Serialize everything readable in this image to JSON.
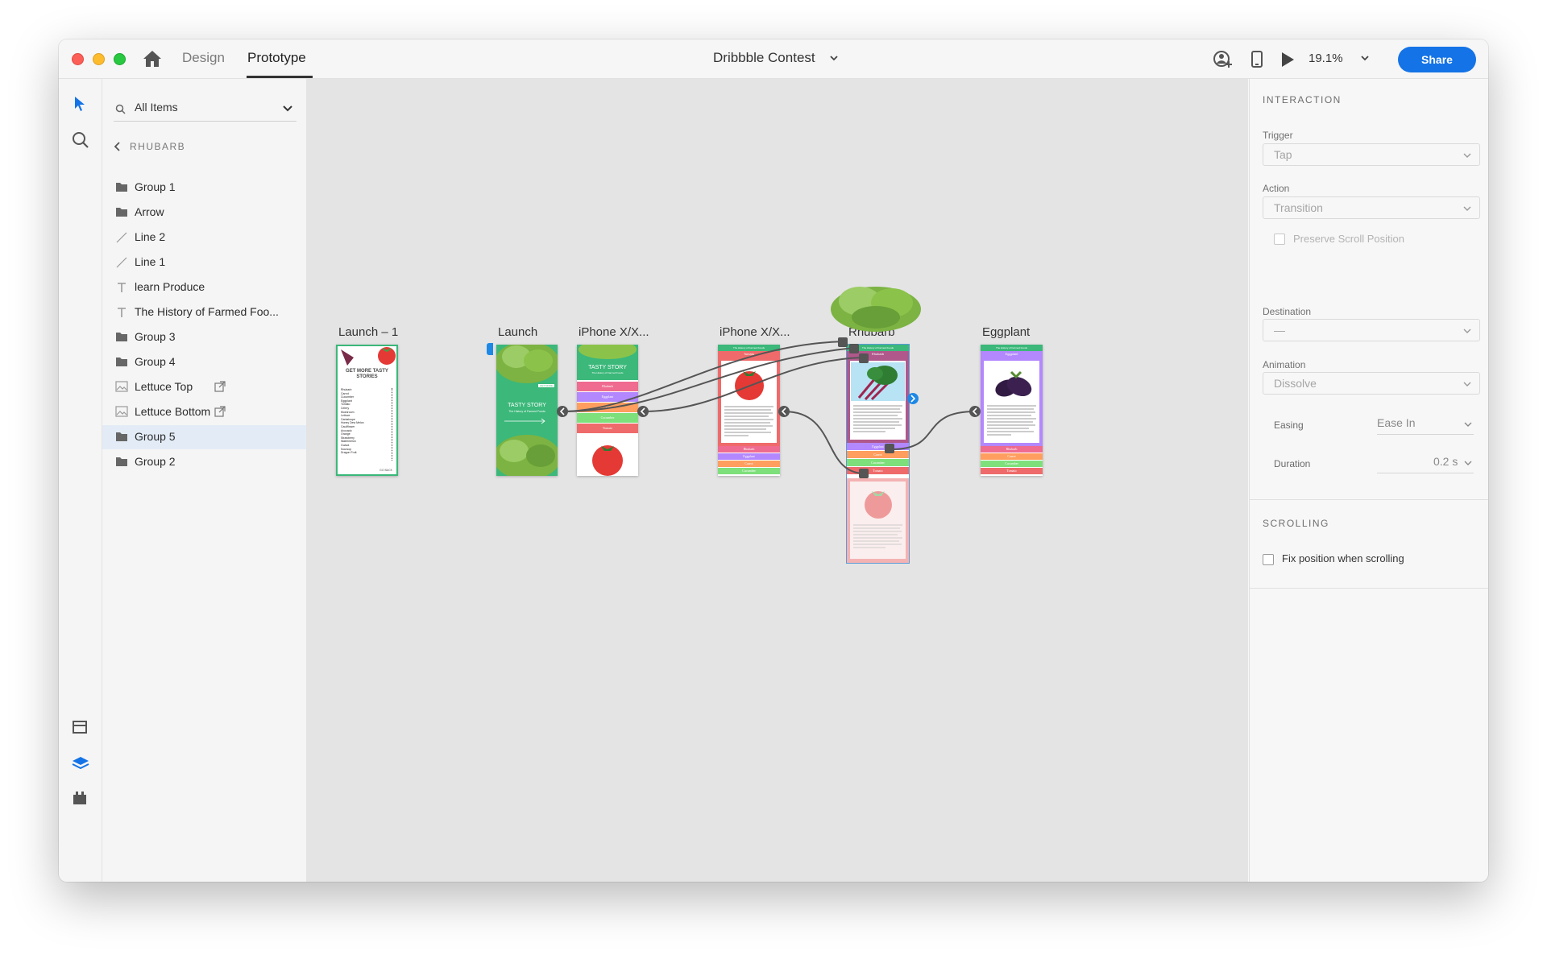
{
  "titlebar": {
    "tabs": [
      "Design",
      "Prototype"
    ],
    "active_tab": "Prototype",
    "document_title": "Dribbble Contest",
    "zoom": "19.1%",
    "share_label": "Share",
    "accent": "#1473e6"
  },
  "layers": {
    "search_placeholder": "All Items",
    "breadcrumb": "RHUBARB",
    "items": [
      {
        "label": "Group 1",
        "icon": "folder-icon"
      },
      {
        "label": "Arrow",
        "icon": "folder-icon"
      },
      {
        "label": "Line 2",
        "icon": "line-icon"
      },
      {
        "label": "Line 1",
        "icon": "line-icon"
      },
      {
        "label": "learn Produce",
        "icon": "text-icon"
      },
      {
        "label": "The History of Farmed Foo...",
        "icon": "text-icon"
      },
      {
        "label": "Group 3",
        "icon": "folder-icon"
      },
      {
        "label": "Group 4",
        "icon": "folder-icon"
      },
      {
        "label": "Lettuce Top",
        "icon": "image-icon",
        "linked": true
      },
      {
        "label": "Lettuce Bottom",
        "icon": "image-icon",
        "linked": true
      },
      {
        "label": "Group 5",
        "icon": "folder-icon",
        "selected": true
      },
      {
        "label": "Group 2",
        "icon": "folder-icon"
      }
    ]
  },
  "canvas": {
    "artboards": [
      "Launch – 1",
      "Launch",
      "iPhone X/X...",
      "iPhone X/X...",
      "Rhubarb",
      "Eggplant"
    ],
    "launch1": {
      "heading": "GET MORE TASTY STORIES",
      "list": [
        "Rhubarb",
        "Carrot",
        "Cucumber",
        "Eggplant",
        "Tomato",
        "Celery",
        "Mushroom",
        "Lettuce",
        "Cantaloupe",
        "Honey Dew Melon",
        "Cauliflower",
        "Avocado",
        "Orange",
        "Strawberry",
        "Watermelon",
        "Guava",
        "Soursop",
        "Dragon Fruit"
      ],
      "back": "GO BACK"
    },
    "launch": {
      "title": "TASTY STORY",
      "subtitle": "The History of Farmed Foods",
      "badge": "GET MORE"
    },
    "iphone1": {
      "title": "TASTY STORY",
      "subtitle": "The History of Farmed Foods",
      "bands": [
        "Rhubarb",
        "Eggplant",
        "Carrot",
        "Cucumber",
        "Tomato"
      ]
    },
    "iphone2": {
      "header": "The History of Farmed Foods",
      "top_band": "Tomato",
      "bands": [
        "Rhubarb",
        "Eggplant",
        "Carrot",
        "Cucumber"
      ]
    },
    "rhubarb": {
      "header": "The History of Farmed Foods",
      "top_band": "Rhubarb",
      "bands": [
        "Eggplant",
        "Carrot",
        "Cucumber",
        "Tomato"
      ]
    },
    "eggplant": {
      "header": "The History of Farmed Foods",
      "top_band": "Eggplant",
      "bands": [
        "Rhubarb",
        "Carrot",
        "Cucumber",
        "Tomato"
      ]
    }
  },
  "interaction": {
    "section_title": "INTERACTION",
    "trigger_label": "Trigger",
    "trigger_value": "Tap",
    "action_label": "Action",
    "action_value": "Transition",
    "preserve_scroll_label": "Preserve Scroll Position",
    "destination_label": "Destination",
    "destination_value": "—",
    "animation_label": "Animation",
    "animation_value": "Dissolve",
    "easing_label": "Easing",
    "easing_value": "Ease In",
    "duration_label": "Duration",
    "duration_value": "0.2 s"
  },
  "scrolling": {
    "section_title": "SCROLLING",
    "fix_position_label": "Fix position when scrolling"
  }
}
